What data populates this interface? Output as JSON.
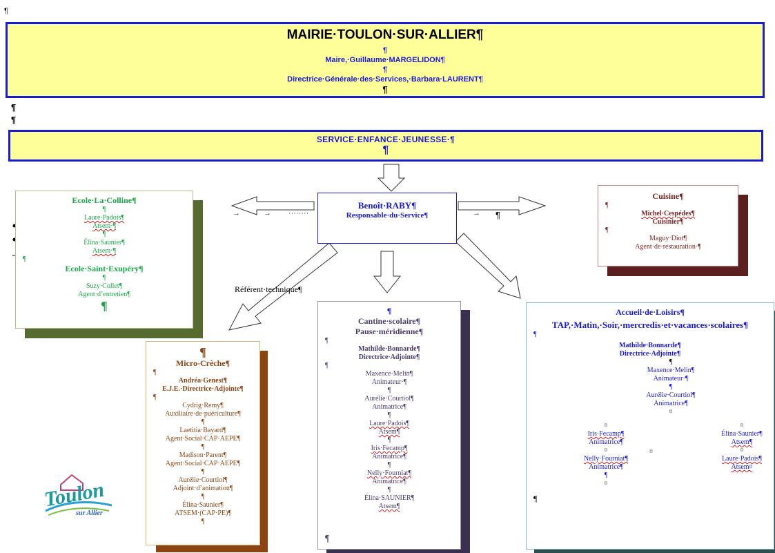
{
  "mark": "¶",
  "mairie": {
    "title": "MAIRIE·TOULON·SUR·ALLIER¶",
    "maire": "Maire,·Guillaume·MARGELIDON¶",
    "dgs": "Directrice·Générale·des·Services,·Barbara·LAURENT¶"
  },
  "service": {
    "title": "SERVICE·ENFANCE·JEUNESSE·¶"
  },
  "benoit": {
    "name": "Benoît·RABY¶",
    "role": "Responsable·du·Service¶"
  },
  "referent": "Référent·technique¶",
  "ecole": {
    "title1": "Ecole·La·Colline¶",
    "p1": "Laure·Padois¶",
    "r1": "Atsem·¶",
    "p2": "Élina·Saunier¶",
    "r2": "Atsem·¶",
    "title2": "Ecole·Saint·Exupéry¶",
    "p3": "Suzy·Collet¶",
    "r3": "Agent·d’entretien¶"
  },
  "cuisine": {
    "title": "Cuisine¶",
    "p1": "Michel·Cespédes¶",
    "r1": "Cuisinier¶",
    "p2": "Maguy·Diot¶",
    "r2": "Agent·de·restauration·¶"
  },
  "creche": {
    "title": "Micro-Crèche¶",
    "p1": "Andréa·Genest¶",
    "r1": "E.J.E.·Directrice·Adjointe¶",
    "p2": "Cydrig·Remy¶",
    "r2": "Auxiliaire·de·puériculture¶",
    "p3": "Laetitia·Bayard¶",
    "r3": "Agent·Social·CAP·AEPE¶",
    "p4": "Madison·Parent¶",
    "r4": "Agent·Social·CAP·AEPE¶",
    "p5": "Aurélie·Courtiol¶",
    "r5": "Adjoint·d’animation¶",
    "p6": "Élina·Saunier¶",
    "r6": "ATSEM·(CAP·PE)¶"
  },
  "cantine": {
    "title1": "Cantine·scolaire¶",
    "title2": "Pause·méridienne¶",
    "p1": "Mathilde·Bonnarde¶",
    "r1": "Directrice·Adjointe¶",
    "p2": "Maxence·Melin¶",
    "r2": "Animateur·¶",
    "p3": "Aurélie·Courtiol¶",
    "r3": "Animatrice¶",
    "p4": "Laure·Padois¶",
    "r4": "Atsem¶",
    "p5": "Iris·Fecamp¶",
    "r5": "Animatrice¶",
    "p6": "Nelly·Fourniat¶",
    "r6": "Animatrice¶",
    "p7": "Élina·SAUNIER¶",
    "r7": "Atsem¶"
  },
  "accueil": {
    "title": "Accueil·de·Loisirs¶",
    "subtitle": "TAP,·Matin,·Soir,·mercredis·et·vacances·scolaires¶",
    "p1": "Mathilde·Bonnarde¶",
    "r1": "Directrice·Adjointe¶",
    "p2": "Maxence·Melin¶",
    "r2": "Animateur·¶",
    "p3": "Aurélie·Courtiol¶",
    "r3": "Animatrice¶",
    "cell": "¤",
    "l1": "Iris·Fecamp¶",
    "lr1": "Animatrice¶",
    "l2": "Nelly·Fourniat¶",
    "lr2": "Animatrice¶",
    "c1": "Élina·Saunier¶",
    "cr1": "Atsem¶",
    "c2": "Laure·Padois¶",
    "cr2": "Atsem¤"
  },
  "logo": {
    "line1": "Toulon",
    "line2": "sur Allier"
  },
  "colors": {
    "banner": "#ffff99",
    "border": "#1a1ad6",
    "green": "#1aa84a",
    "brown": "#8b4513"
  }
}
